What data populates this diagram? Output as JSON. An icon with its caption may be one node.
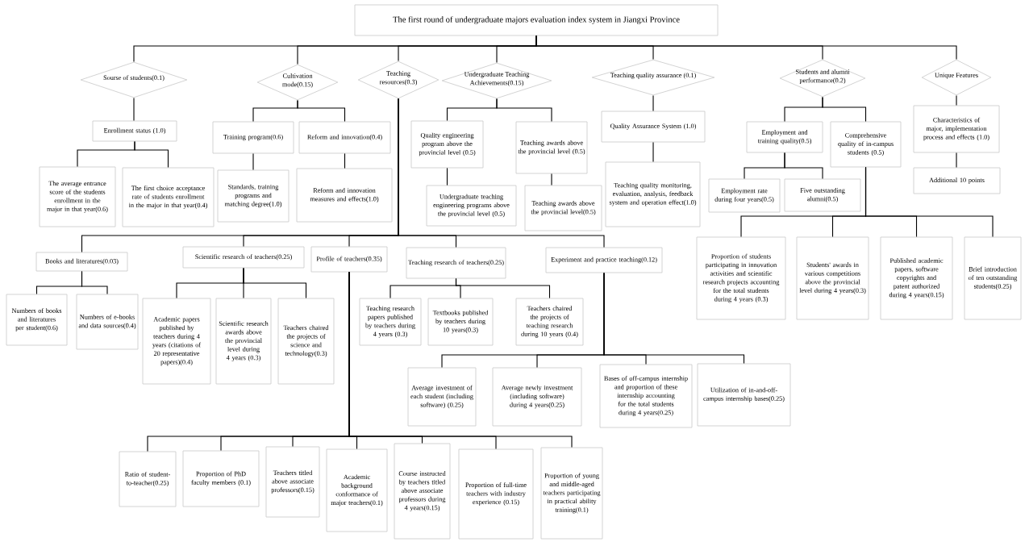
{
  "diagram": {
    "nodes": [
      {
        "text": [
          "The first round of undergraduate majors evaluation index system in Jiangxi Province"
        ]
      },
      {
        "text": [
          "Sourse of students(0.1)"
        ]
      },
      {
        "text": [
          "Cultivation mode(0.15)"
        ]
      },
      {
        "text": [
          "Teaching resources(0.3)"
        ]
      },
      {
        "text": [
          "Undergraduate Teaching Achievements(0.15)"
        ]
      },
      {
        "text": [
          "Teaching quality assurance (0.1)"
        ]
      },
      {
        "text": [
          "Students and alumni performance(0.2)"
        ]
      },
      {
        "text": [
          "Unique Features"
        ]
      },
      {
        "text": [
          "Enrollment status (1.0)"
        ]
      },
      {
        "text": [
          "The average entrance score of the students enrollment in the major in that year(0.6)"
        ]
      },
      {
        "text": [
          "The first choice acceptance rate of students enrollment in the major in that year(0.4)"
        ]
      },
      {
        "text": [
          "Training program(0.6)"
        ]
      },
      {
        "text": [
          "Reform and innovation(0.4)"
        ]
      },
      {
        "text": [
          "Standards, training programs and matching degree(1.0)"
        ]
      },
      {
        "text": [
          "Reform and innovation measures and effects(1.0)"
        ]
      },
      {
        "text": [
          "Books and literatures(0.03)"
        ]
      },
      {
        "text": [
          "Scientific research of teachers(0.25)"
        ]
      },
      {
        "text": [
          "Profile of teachers(0.35)"
        ]
      },
      {
        "text": [
          "Teaching research of teachers(0.25)"
        ]
      },
      {
        "text": [
          "Experiment and practice teaching(0.12)"
        ]
      },
      {
        "text": [
          "Numbers of books and literatures per student(0.6)"
        ]
      },
      {
        "text": [
          "Numbers of e-books and data sources(0.4)"
        ]
      },
      {
        "text": [
          "Academic papers published by teachers during 4 years (citations of 20 representative papers)(0.4)"
        ]
      },
      {
        "text": [
          "Scientific research awards above the provincial level during 4 years (0.3)"
        ]
      },
      {
        "text": [
          "Teachers chaired the projects of science and technology(0.3)"
        ]
      },
      {
        "text": [
          "Teaching research papers published by teachers during 4 years (0.3)"
        ]
      },
      {
        "text": [
          "Textbooks published by teachers during 10 years(0.3)"
        ]
      },
      {
        "text": [
          "Teachers chaired the projects of teaching research during 10 years (0.4)"
        ]
      },
      {
        "text": [
          "Average investment of each student (including software) (0.25)"
        ]
      },
      {
        "text": [
          "Average newly investment (including software) during 4 years(0.25)"
        ]
      },
      {
        "text": [
          "Bases of off-campus internship and proportion of these internship accounting for the total students during 4 years(0.25)"
        ]
      },
      {
        "text": [
          "Utilization of in-and-off-campus internship bases(0.25)"
        ]
      },
      {
        "text": [
          "Ratio of student-to-teacher(0.25)"
        ]
      },
      {
        "text": [
          "Proportion of PhD faculty members (0.1)"
        ]
      },
      {
        "text": [
          "Teachers titled above associate professors(0.15)"
        ]
      },
      {
        "text": [
          "Academic background conformance of major teachers(0.1)"
        ]
      },
      {
        "text": [
          "Course instructed by teachers titled above associate professors during 4 years(0.15)"
        ]
      },
      {
        "text": [
          "Proportion of full-time teachers with industry experience (0.15)"
        ]
      },
      {
        "text": [
          "Proportion of young and middle-aged teachers participating in practical ability training(0.1)"
        ]
      },
      {
        "text": [
          "Quality engineering program above the provincial level (0.5)"
        ]
      },
      {
        "text": [
          "Teaching awards above the provincial level (0.5)"
        ]
      },
      {
        "text": [
          "Undergraduate teaching engineering programs above the provincial level (0.5)"
        ]
      },
      {
        "text": [
          "Teaching awards above the provincial level(0.5)"
        ]
      },
      {
        "text": [
          "Quality Assurance System (1.0)"
        ]
      },
      {
        "text": [
          "Teaching quality monitoring, evaluation, analysis, feedback system and operation effect(1.0)"
        ]
      },
      {
        "text": [
          "Employment and training quality(0.5)"
        ]
      },
      {
        "text": [
          "Comprehensive quality of in-campus students (0.5)"
        ]
      },
      {
        "text": [
          "Employment rate during four years(0.5)"
        ]
      },
      {
        "text": [
          "Five outstanding alumni(0.5)"
        ]
      },
      {
        "text": [
          "Proportion of students participating in innovation activities and scientific research projects accounting for the total students during 4 years (0.3)"
        ]
      },
      {
        "text": [
          "Students' awards in various competitions above the provincial level during 4 years(0.3)"
        ]
      },
      {
        "text": [
          "Published academic papers, software copyrights and patent authorized during 4 years(0.15)"
        ]
      },
      {
        "text": [
          "Brief introduction of ten outstanding students(0.25)"
        ]
      },
      {
        "text": [
          "Characteristics of major, implementation process and effects (1.0)"
        ]
      },
      {
        "text": [
          "Additional 10 points"
        ]
      }
    ],
    "edges": [
      {
        "from": 0,
        "to": 1,
        "arrow": "none"
      },
      {
        "from": 0,
        "to": 2,
        "arrow": "none"
      },
      {
        "from": 0,
        "to": 3,
        "arrow": "none"
      },
      {
        "from": 0,
        "to": 4,
        "arrow": "none"
      },
      {
        "from": 0,
        "to": 5,
        "arrow": "none"
      },
      {
        "from": 0,
        "to": 6,
        "arrow": "none"
      },
      {
        "from": 0,
        "to": 7,
        "arrow": "none"
      },
      {
        "from": 1,
        "to": 8,
        "arrow": "none"
      },
      {
        "from": 8,
        "to": 9,
        "arrow": "none"
      },
      {
        "from": 8,
        "to": 10,
        "arrow": "none"
      },
      {
        "from": 2,
        "to": 11,
        "arrow": "none"
      },
      {
        "from": 2,
        "to": 12,
        "arrow": "none"
      },
      {
        "from": 11,
        "to": 13,
        "arrow": "none"
      },
      {
        "from": 12,
        "to": 14,
        "arrow": "none"
      },
      {
        "from": 3,
        "to": 15,
        "arrow": "none"
      },
      {
        "from": 3,
        "to": 16,
        "arrow": "none"
      },
      {
        "from": 3,
        "to": 17,
        "arrow": "none"
      },
      {
        "from": 3,
        "to": 18,
        "arrow": "none"
      },
      {
        "from": 3,
        "to": 19,
        "arrow": "none"
      },
      {
        "from": 15,
        "to": 20,
        "arrow": "none"
      },
      {
        "from": 15,
        "to": 21,
        "arrow": "none"
      },
      {
        "from": 16,
        "to": 22,
        "arrow": "none"
      },
      {
        "from": 16,
        "to": 23,
        "arrow": "none"
      },
      {
        "from": 16,
        "to": 24,
        "arrow": "none"
      },
      {
        "from": 18,
        "to": 25,
        "arrow": "none"
      },
      {
        "from": 18,
        "to": 26,
        "arrow": "none"
      },
      {
        "from": 18,
        "to": 27,
        "arrow": "none"
      },
      {
        "from": 19,
        "to": 28,
        "arrow": "none"
      },
      {
        "from": 19,
        "to": 29,
        "arrow": "none"
      },
      {
        "from": 19,
        "to": 30,
        "arrow": "none"
      },
      {
        "from": 19,
        "to": 31,
        "arrow": "none"
      },
      {
        "from": 17,
        "to": 32,
        "arrow": "none"
      },
      {
        "from": 17,
        "to": 33,
        "arrow": "none"
      },
      {
        "from": 17,
        "to": 34,
        "arrow": "none"
      },
      {
        "from": 17,
        "to": 35,
        "arrow": "none"
      },
      {
        "from": 17,
        "to": 36,
        "arrow": "none"
      },
      {
        "from": 17,
        "to": 37,
        "arrow": "none"
      },
      {
        "from": 17,
        "to": 38,
        "arrow": "none"
      },
      {
        "from": 4,
        "to": 39,
        "arrow": "none"
      },
      {
        "from": 4,
        "to": 40,
        "arrow": "none"
      },
      {
        "from": 39,
        "to": 41,
        "arrow": "none"
      },
      {
        "from": 40,
        "to": 42,
        "arrow": "none"
      },
      {
        "from": 5,
        "to": 43,
        "arrow": "none"
      },
      {
        "from": 43,
        "to": 44,
        "arrow": "none"
      },
      {
        "from": 6,
        "to": 45,
        "arrow": "none"
      },
      {
        "from": 6,
        "to": 46,
        "arrow": "none"
      },
      {
        "from": 45,
        "to": 47,
        "arrow": "none"
      },
      {
        "from": 45,
        "to": 48,
        "arrow": "none"
      },
      {
        "from": 46,
        "to": 49,
        "arrow": "none"
      },
      {
        "from": 46,
        "to": 50,
        "arrow": "none"
      },
      {
        "from": 46,
        "to": 51,
        "arrow": "none"
      },
      {
        "from": 46,
        "to": 52,
        "arrow": "none"
      },
      {
        "from": 7,
        "to": 53,
        "arrow": "none"
      },
      {
        "from": 53,
        "to": 54,
        "arrow": "none"
      }
    ]
  }
}
